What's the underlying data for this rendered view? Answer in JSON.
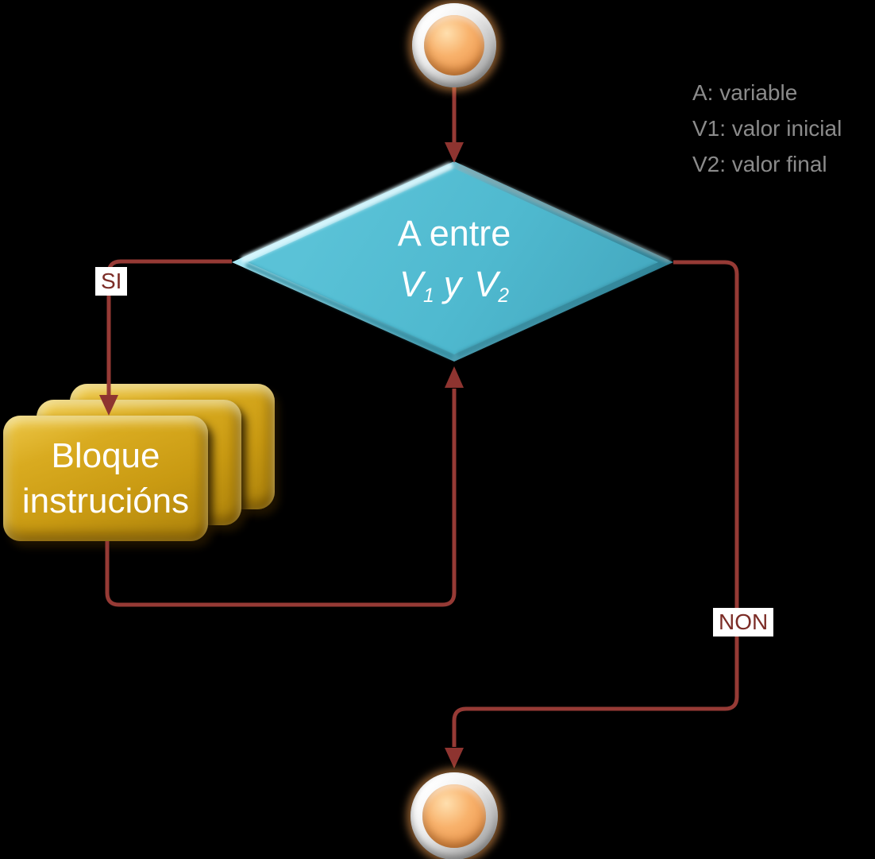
{
  "diagram": {
    "kind": "flowchart-loop",
    "background": "#000000"
  },
  "colors": {
    "connector": "#963a35",
    "decision_fill": "#4fb9cf",
    "decision_edge_light": "#b9ecf7",
    "decision_edge_dark": "#2f8296",
    "process_fill": "#c89a10",
    "node_orange": "#f2a765",
    "node_ring": "#ececec",
    "branch_label_text": "#7c2d27",
    "branch_label_bg": "#ffffff",
    "legend_text": "#8b8b8b",
    "shape_text": "#ffffff"
  },
  "legend": {
    "lines": [
      "A: variable",
      "V1: valor inicial",
      "V2: valor final"
    ]
  },
  "decision": {
    "line1": "A entre",
    "v1": "V",
    "v1_sub": "1",
    "separator": "y",
    "v2": "V",
    "v2_sub": "2"
  },
  "process": {
    "line1": "Bloque",
    "line2": "instrucións"
  },
  "branches": {
    "yes_label": "SI",
    "no_label": "NON"
  }
}
